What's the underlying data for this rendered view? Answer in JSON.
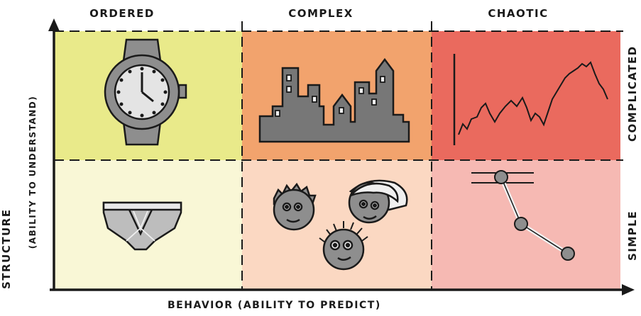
{
  "columns": [
    "ORDERED",
    "COMPLEX",
    "CHAOTIC"
  ],
  "rows": [
    "COMPLICATED",
    "SIMPLE"
  ],
  "y_axis": {
    "line1": "STRUCTURE",
    "line2": "(ABILITY TO UNDERSTAND)"
  },
  "x_axis": {
    "label": "BEHAVIOR (ABILITY TO PREDICT)"
  },
  "colors": {
    "ordered_complicated": "#e9ea8a",
    "complex_complicated": "#f2a36d",
    "chaotic_complicated": "#ea6a5e",
    "ordered_simple": "#f9f7d6",
    "complex_simple": "#fbd8c2",
    "chaotic_simple": "#f6b9b3",
    "icon_gray": "#8e8e8e",
    "ink": "#1a1a1a"
  },
  "icons": [
    "wristwatch-icon",
    "city-skyline-icon",
    "stock-line-icon",
    "underwear-icon",
    "faces-icon",
    "pendulum-icon"
  ]
}
